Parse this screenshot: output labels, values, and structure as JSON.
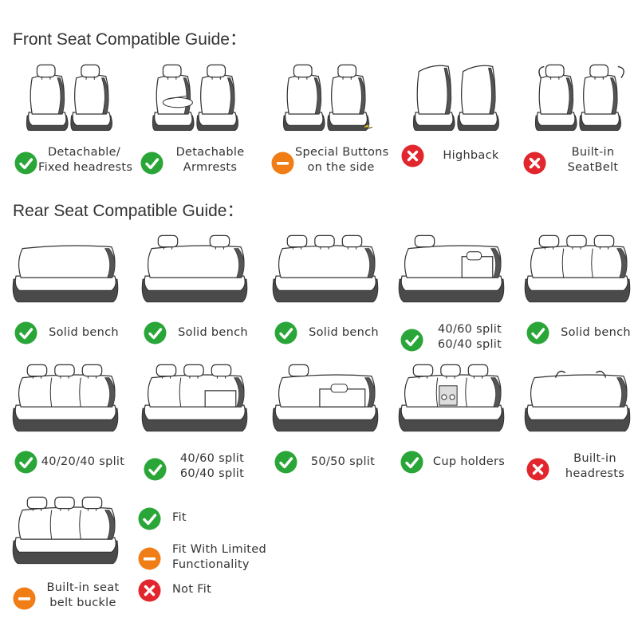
{
  "headings": {
    "front": "Front Seat Compatible Guide：",
    "rear": "Rear Seat Compatible Guide："
  },
  "status_colors": {
    "fit": "#2aa638",
    "limited": "#f07d16",
    "not_fit": "#e2262d"
  },
  "front": [
    {
      "status": "fit",
      "icon": "twin-seats-detachable-headrests",
      "line1": "Detachable/",
      "line2": "Fixed headrests"
    },
    {
      "status": "fit",
      "icon": "twin-seats-armrests",
      "line1": "Detachable",
      "line2": "Armrests"
    },
    {
      "status": "limited",
      "icon": "twin-seats-side-buttons",
      "line1": "Special Buttons",
      "line2": "on the side"
    },
    {
      "status": "not_fit",
      "icon": "twin-highback-seats",
      "line1": "Highback",
      "line2": ""
    },
    {
      "status": "not_fit",
      "icon": "twin-seats-builtin-belt",
      "line1": "Built-in",
      "line2": "SeatBelt"
    }
  ],
  "rear_row1": [
    {
      "status": "fit",
      "icon": "solid-bench-no-headrest",
      "line1": "Solid bench",
      "line2": ""
    },
    {
      "status": "fit",
      "icon": "solid-bench-two-headrests",
      "line1": "Solid bench",
      "line2": ""
    },
    {
      "status": "fit",
      "icon": "solid-bench-three-headrests",
      "line1": "Solid bench",
      "line2": ""
    },
    {
      "status": "fit",
      "icon": "split-bench-40-60",
      "line1": "40/60 split",
      "line2": "60/40 split"
    },
    {
      "status": "fit",
      "icon": "solid-bench-segmented",
      "line1": "Solid bench",
      "line2": ""
    }
  ],
  "rear_row2": [
    {
      "status": "fit",
      "icon": "bench-40-20-40-split",
      "line1": "40/20/40 split",
      "line2": ""
    },
    {
      "status": "fit",
      "icon": "bench-40-60-split-folded",
      "line1": "40/60 split",
      "line2": "60/40 split"
    },
    {
      "status": "fit",
      "icon": "bench-50-50-split",
      "line1": "50/50 split",
      "line2": ""
    },
    {
      "status": "fit",
      "icon": "bench-cup-holders",
      "line1": "Cup holders",
      "line2": ""
    },
    {
      "status": "not_fit",
      "icon": "bench-builtin-headrests",
      "line1": "Built-in",
      "line2": "headrests"
    }
  ],
  "rear_row3": {
    "status": "limited",
    "icon": "bench-builtin-belt-buckle",
    "line1": "Built-in seat",
    "line2": "belt buckle"
  },
  "legend": [
    {
      "status": "fit",
      "line1": "Fit",
      "line2": ""
    },
    {
      "status": "limited",
      "line1": "Fit With Limited",
      "line2": "Functionality"
    },
    {
      "status": "not_fit",
      "line1": "Not Fit",
      "line2": ""
    }
  ]
}
